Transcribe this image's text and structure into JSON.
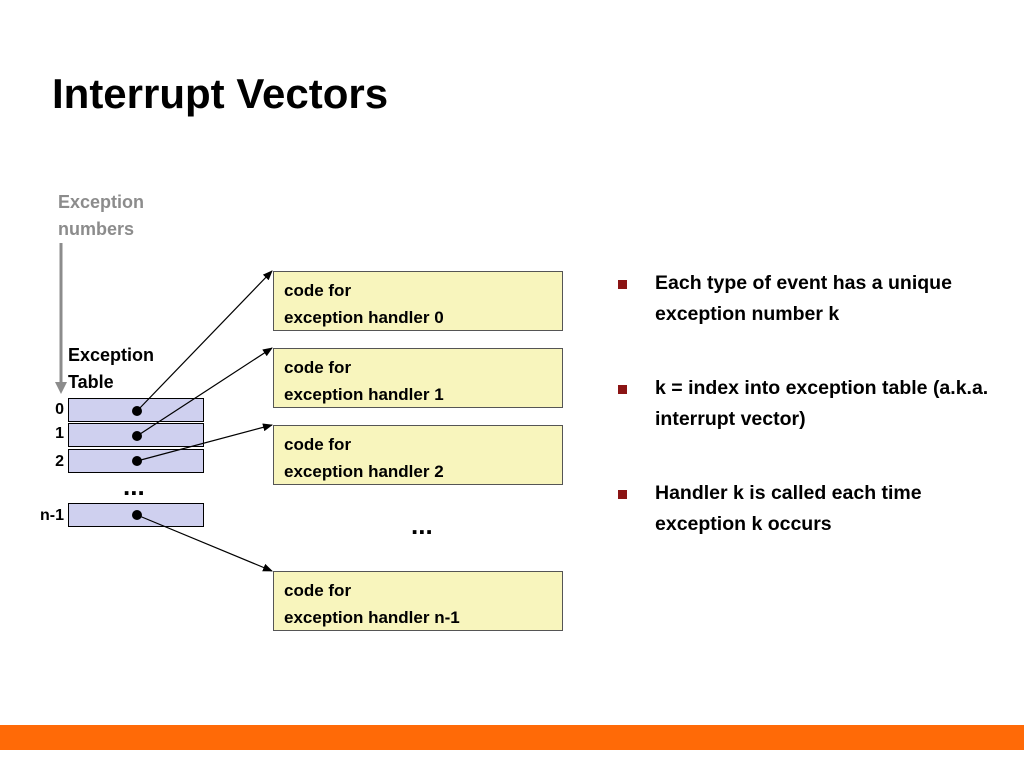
{
  "slide": {
    "title": "Interrupt Vectors"
  },
  "diagram": {
    "exception_numbers_label": [
      "Exception",
      "numbers"
    ],
    "exception_table_label": [
      "Exception",
      "Table"
    ],
    "row_indices": [
      "0",
      "1",
      "2",
      "n-1"
    ],
    "table_ellipsis": "...",
    "handlers_ellipsis": "...",
    "handlers": [
      {
        "line1": "code for",
        "line2": "exception handler 0"
      },
      {
        "line1": "code for",
        "line2": "exception handler 1"
      },
      {
        "line1": "code for",
        "line2": "exception handler 2"
      },
      {
        "line1": "code for",
        "line2": "exception handler n-1"
      }
    ],
    "colors": {
      "table_cell": "#cfd0ef",
      "handler_box": "#f8f5bd",
      "arrow_gray": "#8c8c8c",
      "footer": "#ff6a07",
      "bullet": "#8b1414"
    }
  },
  "bullets": [
    "Each type of event has a unique exception number k",
    "k = index into exception table (a.k.a. interrupt vector)",
    "Handler k is called each time exception k occurs"
  ]
}
